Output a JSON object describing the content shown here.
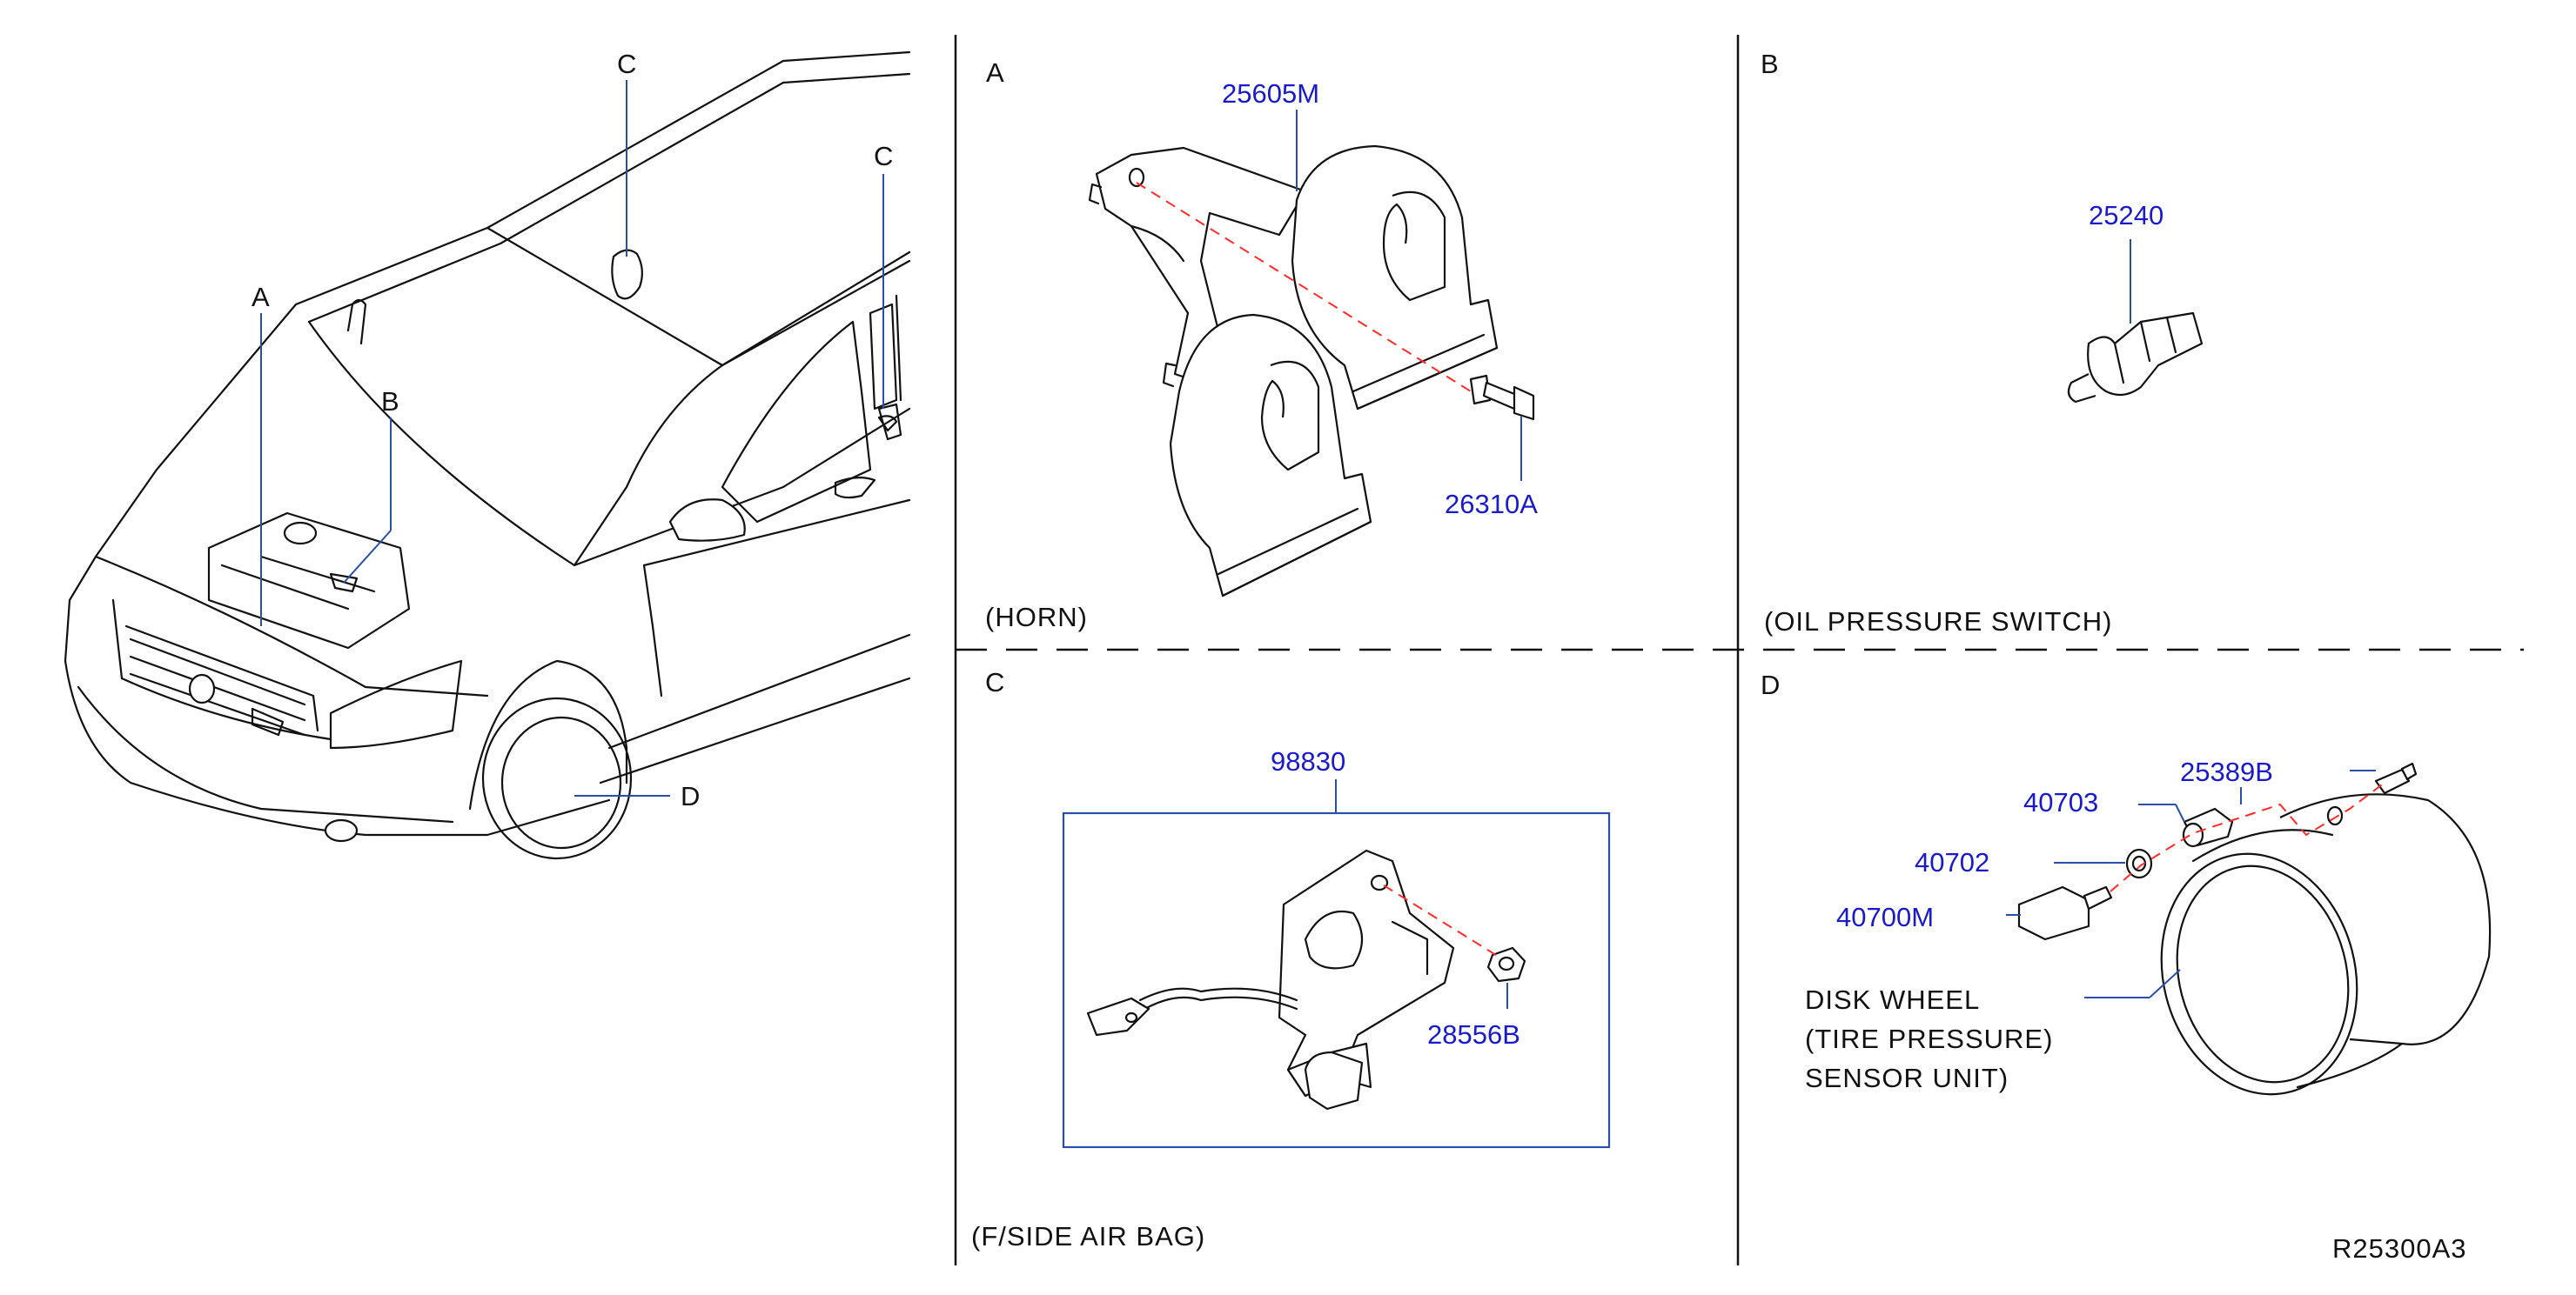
{
  "diagram_id": "R25300A3",
  "car_callouts": {
    "a": "A",
    "b": "B",
    "c1": "C",
    "c2": "C",
    "d": "D"
  },
  "panels": {
    "horn": {
      "letter": "A",
      "caption": "(HORN)",
      "parts": {
        "bracket": "25605M",
        "bolt": "26310A"
      }
    },
    "oil_pressure": {
      "letter": "B",
      "caption": "(OIL  PRESSURE  SWITCH)",
      "parts": {
        "switch": "25240"
      }
    },
    "airbag": {
      "letter": "C",
      "caption": "(F/SIDE  AIR  BAG)",
      "parts": {
        "sensor": "98830",
        "nut": "28556B"
      }
    },
    "tire_pressure": {
      "letter": "D",
      "parts": {
        "cap": "25389B",
        "valve": "40703",
        "grommet": "40702",
        "sensor": "40700M"
      },
      "wheel_label": [
        "DISK  WHEEL",
        "(TIRE  PRESSURE)",
        "SENSOR  UNIT)"
      ]
    }
  },
  "colors": {
    "part_number": "#1a1acc",
    "leader": "#2a4fa8",
    "axis_line": "#ff2a2a",
    "ink": "#111111"
  }
}
